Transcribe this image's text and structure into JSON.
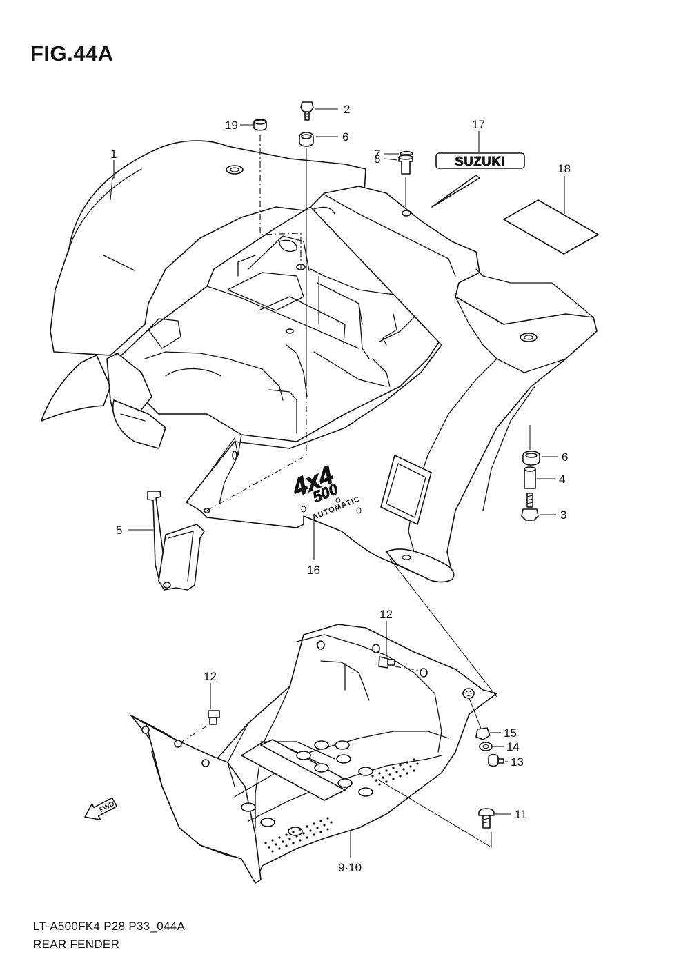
{
  "figure": {
    "title": "FIG.44A"
  },
  "footer": {
    "code": "LT-A500FK4 P28 P33_044A",
    "name": "REAR FENDER"
  },
  "labels": {
    "c1": "1",
    "c2": "2",
    "c3": "3",
    "c4": "4",
    "c5": "5",
    "c6a": "6",
    "c6b": "6",
    "c7": "7",
    "c8": "8",
    "c910": "9·10",
    "c11": "11",
    "c12a": "12",
    "c12b": "12",
    "c13": "13",
    "c14": "14",
    "c15": "15",
    "c16": "16",
    "c17": "17",
    "c18": "18",
    "c19": "19"
  },
  "decals": {
    "brand": "SUZUKI",
    "model_line1": "4x4",
    "model_line2": "500",
    "model_line3": "AUTOMATIC"
  },
  "arrow": {
    "text": "FWD"
  }
}
